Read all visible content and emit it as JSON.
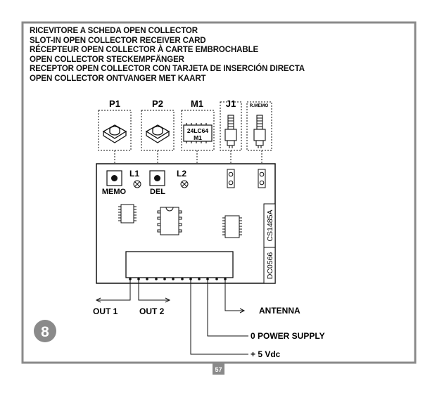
{
  "title_lines": [
    "RICEVITORE A SCHEDA OPEN COLLECTOR",
    "SLOT-IN OPEN COLLECTOR RECEIVER CARD",
    "RÉCEPTEUR OPEN COLLECTOR À CARTE EMBROCHABLE",
    "OPEN COLLECTOR STECKEMPFÄNGER",
    "RECEPTOR OPEN COLLECTOR CON TARJETA DE INSERCIÓN DIRECTA",
    "OPEN COLLECTOR ONTVANGER MET KAART"
  ],
  "modules": {
    "p1": "P1",
    "p2": "P2",
    "m1": "M1",
    "j1": "J1",
    "rmemo": "R.MEMO",
    "chip_model": "24LC64",
    "chip_name": "M1"
  },
  "board": {
    "l1": "L1",
    "l2": "L2",
    "memo": "MEMO",
    "del": "DEL",
    "code_1": "CS1485A",
    "code_2": "DC0566"
  },
  "outputs": {
    "out1": "OUT 1",
    "out2": "OUT 2",
    "antenna": "ANTENNA",
    "power_supply": "0  POWER SUPPLY",
    "vdc": "+ 5 Vdc"
  },
  "figure_number": "8",
  "page_number": "57",
  "colors": {
    "frame": "#8a8a8a",
    "badge": "#8a8a8a",
    "ink": "#111111"
  }
}
